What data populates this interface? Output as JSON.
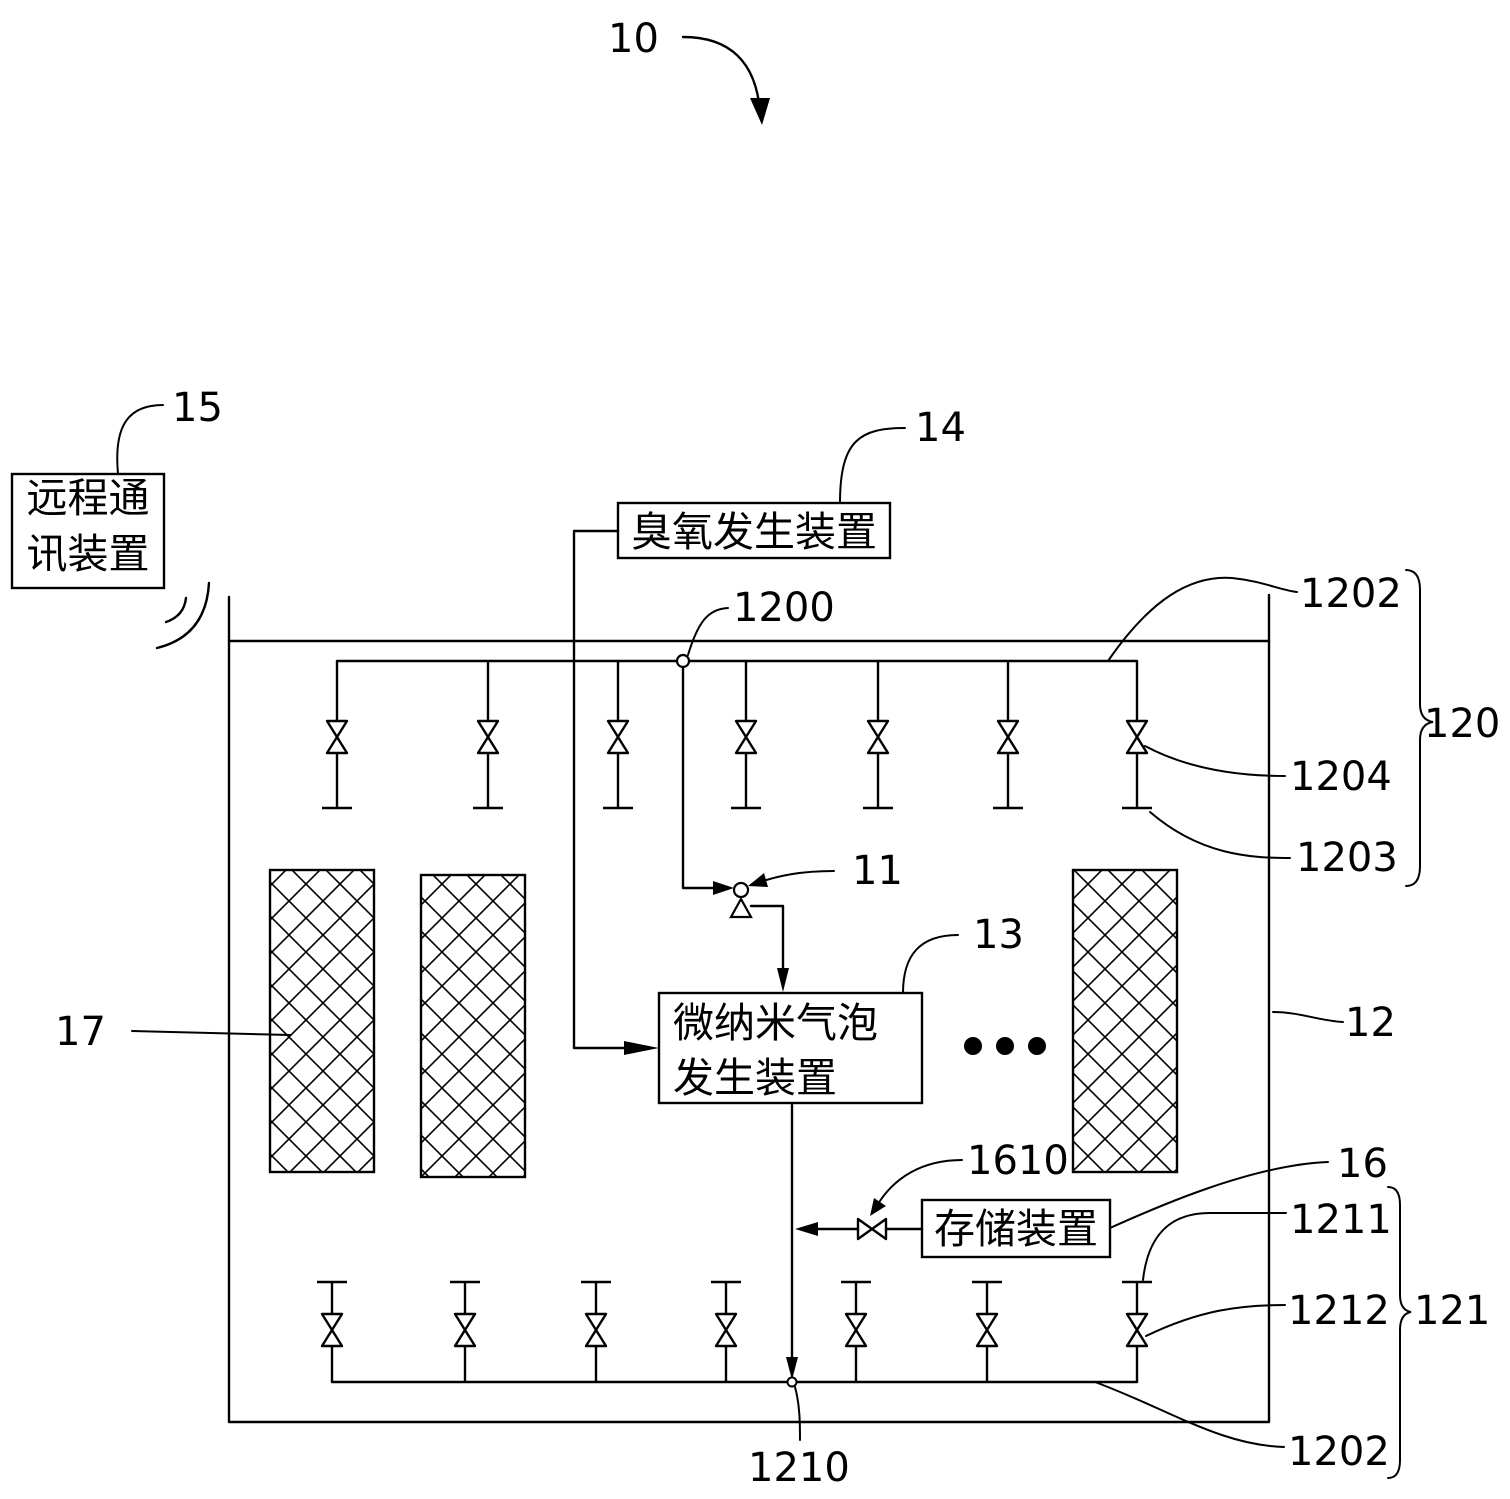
{
  "figure": {
    "ref": "10"
  },
  "remote_comm_device": {
    "ref": "15",
    "text_line1": "远程通",
    "text_line2": "讯装置"
  },
  "ozone_generator": {
    "ref": "14",
    "text": "臭氧发生装置"
  },
  "micro_nano_bubble_generator": {
    "ref": "13",
    "text_line1": "微纳米气泡",
    "text_line2": "发生装置"
  },
  "storage_device": {
    "ref": "16",
    "text": "存储装置",
    "valve_ref": "1610"
  },
  "tank": {
    "ref": "12"
  },
  "pump": {
    "ref": "11"
  },
  "carriers": {
    "ref": "17"
  },
  "top_assembly": {
    "ref": "120",
    "node_ref": "1200",
    "pipe_ref": "1202",
    "valve_ref": "1204",
    "outlet_ref": "1203"
  },
  "bottom_assembly": {
    "ref": "121",
    "node_ref": "1210",
    "pipe_ref": "1202",
    "outlet_ref": "1211",
    "valve_ref": "1212"
  },
  "colors": {
    "line": "#000000",
    "background": "#ffffff"
  }
}
